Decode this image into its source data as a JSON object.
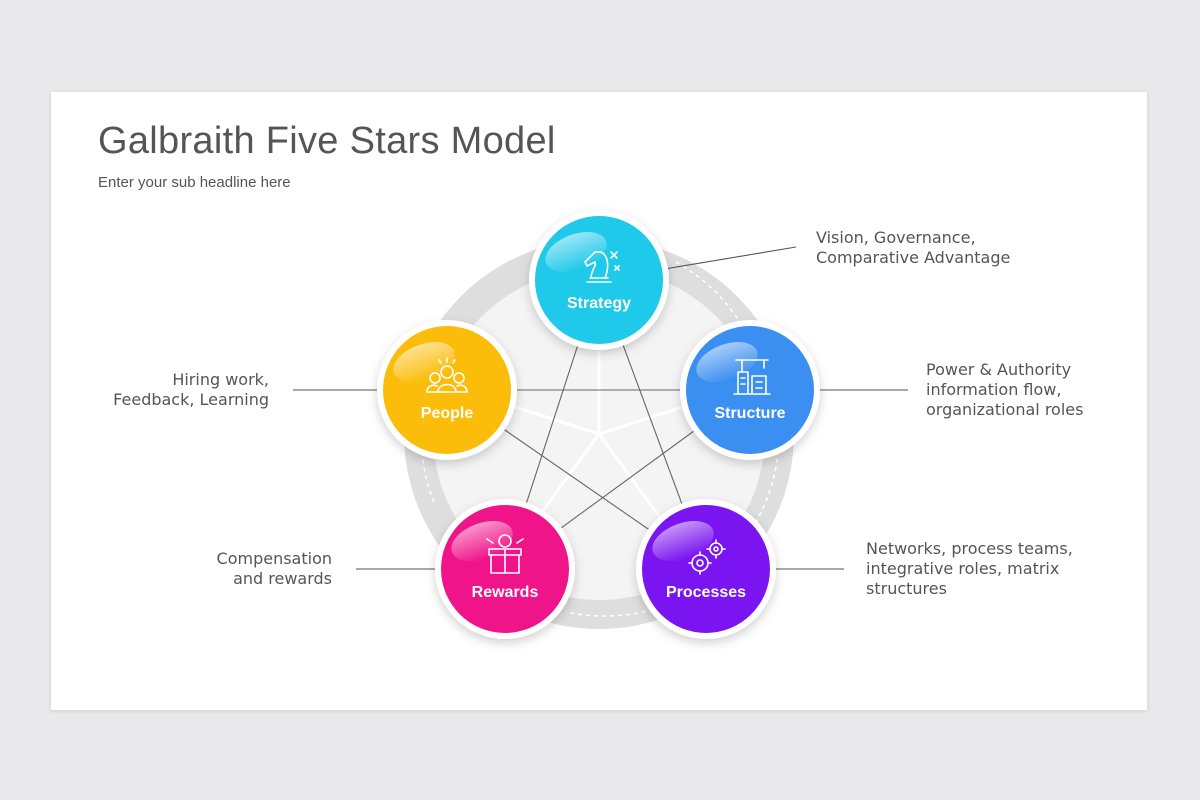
{
  "title": "Galbraith Five Stars Model",
  "subtitle": "Enter your sub headline here",
  "nodes": [
    {
      "label": "Strategy",
      "icon": "chess-knight-icon",
      "color": "#1ec9ea",
      "description": "Vision, Governance,\nComparative Advantage"
    },
    {
      "label": "Structure",
      "icon": "buildings-crane-icon",
      "color": "#3b8ff0",
      "description": "Power & Authority\ninformation flow,\norganizational roles"
    },
    {
      "label": "Processes",
      "icon": "gears-icon",
      "color": "#7a14f0",
      "description": "Networks, process teams,\nintegrative roles, matrix\nstructures"
    },
    {
      "label": "Rewards",
      "icon": "gift-box-icon",
      "color": "#f0148a",
      "description": "Compensation\nand rewards"
    },
    {
      "label": "People",
      "icon": "team-people-icon",
      "color": "#fbbd0a",
      "description": "Hiring work,\nFeedback, Learning"
    }
  ]
}
